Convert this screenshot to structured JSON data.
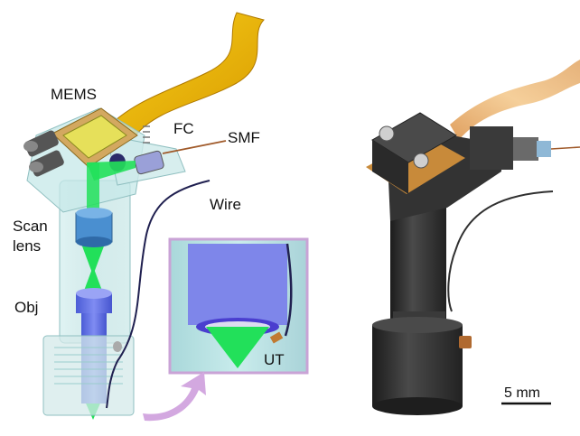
{
  "labels": {
    "mems": "MEMS",
    "fc": "FC",
    "smf": "SMF",
    "wire": "Wire",
    "scan_lens_line1": "Scan",
    "scan_lens_line2": "lens",
    "obj": "Obj",
    "ut": "UT",
    "scale_bar": "5 mm"
  },
  "colors": {
    "ribbon": "#e8b400",
    "laser": "#22e05a",
    "lens": "#4a8fd0",
    "objective": "#5a6fe8",
    "housing_transparent": "#bfe6e6",
    "inset_border": "#c9a3d6",
    "arrow": "#d3a8e0",
    "dark_housing": "#2e2e2e",
    "gold_mount": "#c88a3a"
  }
}
